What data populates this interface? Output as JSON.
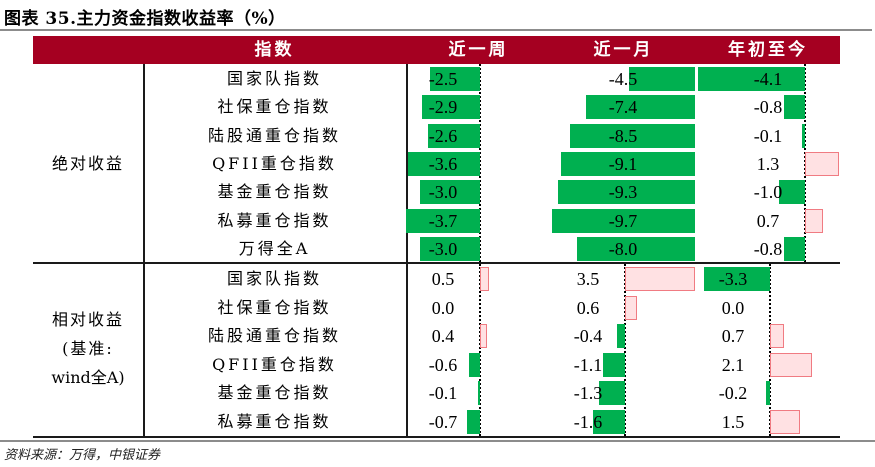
{
  "title": "图表 35.主力资金指数收益率（%）",
  "source": "资料来源：万得，中银证券",
  "header": {
    "index_col": "指数",
    "columns": [
      "近一周",
      "近一月",
      "年初至今"
    ]
  },
  "colors": {
    "header_bg": "#a50021",
    "negative_bar": "#00b050",
    "positive_bar_fill": "#ffe1e3",
    "positive_bar_border": "#f07b82"
  },
  "sections": [
    {
      "label": "绝对收益",
      "rows": [
        {
          "name": "国家队指数",
          "week": "-2.5",
          "month": "-4.5",
          "ytd": "-4.1"
        },
        {
          "name": "社保重仓指数",
          "week": "-2.9",
          "month": "-7.4",
          "ytd": "-0.8"
        },
        {
          "name": "陆股通重仓指数",
          "week": "-2.6",
          "month": "-8.5",
          "ytd": "-0.1"
        },
        {
          "name": "QFII重仓指数",
          "week": "-3.6",
          "month": "-9.1",
          "ytd": "1.3"
        },
        {
          "name": "基金重仓指数",
          "week": "-3.0",
          "month": "-9.3",
          "ytd": "-1.0"
        },
        {
          "name": "私募重仓指数",
          "week": "-3.7",
          "month": "-9.7",
          "ytd": "0.7"
        },
        {
          "name": "万得全A",
          "week": "-3.0",
          "month": "-8.0",
          "ytd": "-0.8"
        }
      ]
    },
    {
      "label_lines": [
        "相对收益",
        "(基准:",
        "wind全A)"
      ],
      "rows": [
        {
          "name": "国家队指数",
          "week": "0.5",
          "month": "3.5",
          "ytd": "-3.3"
        },
        {
          "name": "社保重仓指数",
          "week": "0.0",
          "month": "0.6",
          "ytd": "0.0"
        },
        {
          "name": "陆股通重仓指数",
          "week": "0.4",
          "month": "-0.4",
          "ytd": "0.7"
        },
        {
          "name": "QFII重仓指数",
          "week": "-0.6",
          "month": "-1.1",
          "ytd": "2.1"
        },
        {
          "name": "基金重仓指数",
          "week": "-0.1",
          "month": "-1.3",
          "ytd": "-0.2"
        },
        {
          "name": "私募重仓指数",
          "week": "-0.7",
          "month": "-1.6",
          "ytd": "1.5"
        }
      ]
    }
  ],
  "chart_data": {
    "type": "table",
    "title": "图表 35.主力资金指数收益率（%）",
    "columns": [
      "指数",
      "近一周",
      "近一月",
      "年初至今"
    ],
    "groups": [
      {
        "name": "绝对收益",
        "categories": [
          "国家队指数",
          "社保重仓指数",
          "陆股通重仓指数",
          "QFII重仓指数",
          "基金重仓指数",
          "私募重仓指数",
          "万得全A"
        ],
        "series": [
          {
            "name": "近一周",
            "values": [
              -2.5,
              -2.9,
              -2.6,
              -3.6,
              -3.0,
              -3.7,
              -3.0
            ]
          },
          {
            "name": "近一月",
            "values": [
              -4.5,
              -7.4,
              -8.5,
              -9.1,
              -9.3,
              -9.7,
              -8.0
            ]
          },
          {
            "name": "年初至今",
            "values": [
              -4.1,
              -0.8,
              -0.1,
              1.3,
              -1.0,
              0.7,
              -0.8
            ]
          }
        ]
      },
      {
        "name": "相对收益(基准:wind全A)",
        "categories": [
          "国家队指数",
          "社保重仓指数",
          "陆股通重仓指数",
          "QFII重仓指数",
          "基金重仓指数",
          "私募重仓指数"
        ],
        "series": [
          {
            "name": "近一周",
            "values": [
              0.5,
              0.0,
              0.4,
              -0.6,
              -0.1,
              -0.7
            ]
          },
          {
            "name": "近一月",
            "values": [
              3.5,
              0.6,
              -0.4,
              -1.1,
              -1.3,
              -1.6
            ]
          },
          {
            "name": "年初至今",
            "values": [
              -3.3,
              0.0,
              0.7,
              2.1,
              -0.2,
              1.5
            ]
          }
        ]
      }
    ],
    "notes": "In-cell data bars: negative values green extending left of axis, positive values light pink with red border extending right.",
    "source": "资料来源：万得，中银证券"
  }
}
